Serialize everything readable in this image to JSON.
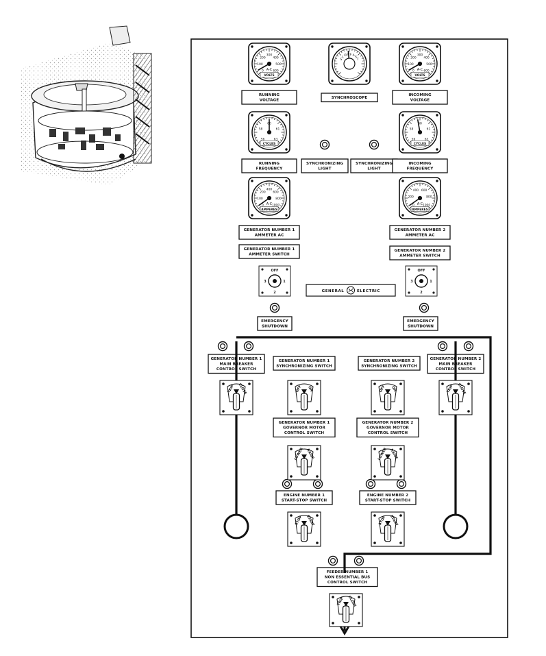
{
  "meters": {
    "running_voltage": {
      "scale": [
        "0",
        "100",
        "200",
        "300",
        "400",
        "500",
        "600"
      ],
      "type": "A-C",
      "unit": "VOLTS",
      "label": [
        "RUNNING",
        "VOLTAGE"
      ]
    },
    "synchroscope": {
      "marks": [
        "S",
        "L",
        "O",
        "W",
        "F",
        "A",
        "S",
        "T"
      ],
      "label": [
        "SYNCHROSCOPE"
      ]
    },
    "incoming_voltage": {
      "scale": [
        "0",
        "100",
        "200",
        "300",
        "400",
        "500",
        "600"
      ],
      "type": "A-C",
      "unit": "VOLTS",
      "label": [
        "INCOMING",
        "VOLTAGE"
      ]
    },
    "running_frequency": {
      "scale": [
        "56",
        "58",
        "60",
        "61",
        "63"
      ],
      "unit": "CYCLES",
      "label": [
        "RUNNING",
        "FREQUENCY"
      ]
    },
    "incoming_frequency": {
      "scale": [
        "56",
        "58",
        "60",
        "61",
        "63"
      ],
      "unit": "CYCLES",
      "label": [
        "INCOMING",
        "FREQUENCY"
      ]
    },
    "gen1_ammeter": {
      "scale": [
        "0",
        "100",
        "200",
        "400",
        "600",
        "800",
        "1000"
      ],
      "type": "A-C",
      "unit": "AMPERES",
      "label": [
        "GENERATOR NUMBER 1",
        "AMMETER AC"
      ]
    },
    "gen2_ammeter": {
      "scale": [
        "0",
        "200",
        "400",
        "600",
        "800",
        "1000"
      ],
      "type": "A-C",
      "unit": "AMPERES",
      "label": [
        "GENERATOR NUMBER 2",
        "AMMETER AC"
      ]
    }
  },
  "sync_light_label": [
    "SYNCHRONIZING",
    "LIGHT"
  ],
  "ammeter_switch": {
    "gen1_label": [
      "GENERATOR NUMBER 1",
      "AMMETER SWITCH"
    ],
    "gen2_label": [
      "GENERATOR NUMBER 2",
      "AMMETER SWITCH"
    ],
    "positions": [
      "OFF",
      "1",
      "2",
      "3"
    ]
  },
  "brand": {
    "left": "GENERAL",
    "right": "ELECTRIC"
  },
  "emergency": [
    "EMERGENCY",
    "SHUTDOWN"
  ],
  "switches": {
    "gen1_breaker": [
      "GENERATOR NUMBER 1",
      "MAIN BREAKER",
      "CONTROL SWITCH"
    ],
    "gen2_breaker": [
      "GENERATOR NUMBER 2",
      "MAIN BREAKER",
      "CONTROL SWITCH"
    ],
    "gen1_sync": [
      "GENERATOR NUMBER 1",
      "SYNCHRONIZING SWITCH"
    ],
    "gen2_sync": [
      "GENERATOR NUMBER 2",
      "SYNCHRONIZING SWITCH"
    ],
    "gen1_governor": [
      "GENERATOR NUMBER 1",
      "GOVERNOR MOTOR",
      "CONTROL SWITCH"
    ],
    "gen2_governor": [
      "GENERATOR NUMBER 2",
      "GOVERNOR MOTOR",
      "CONTROL SWITCH"
    ],
    "engine1": [
      "ENGINE NUMBER 1",
      "START-STOP SWITCH"
    ],
    "engine2": [
      "ENGINE NUMBER 2",
      "START-STOP SWITCH"
    ],
    "feeder": [
      "FEEDER NUMBER 1",
      "NON ESSENTIAL BUS",
      "CONTROL SWITCH"
    ]
  },
  "switch_positions": {
    "trip_close": [
      "TRIP",
      "CLOSE"
    ],
    "off_on": [
      "OFF",
      "ON"
    ],
    "lower_raise": [
      "LOWER",
      "RAISE"
    ],
    "stop_start": [
      "STOP",
      "START"
    ]
  }
}
